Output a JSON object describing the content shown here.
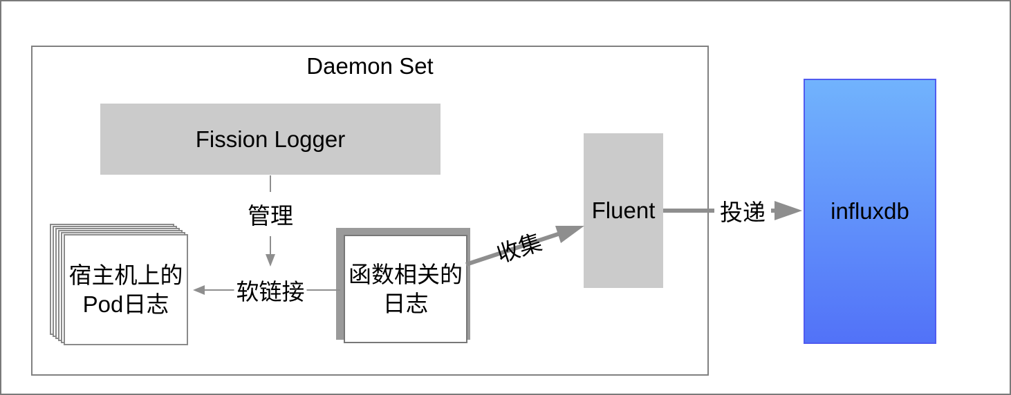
{
  "diagram": {
    "daemon_set": {
      "title": "Daemon Set"
    },
    "nodes": {
      "fission_logger": {
        "label": "Fission Logger"
      },
      "host_pod_logs": {
        "label_line1": "宿主机上的",
        "label_line2": "Pod日志"
      },
      "function_logs": {
        "label_line1": "函数相关的",
        "label_line2": "日志"
      },
      "fluent": {
        "label": "Fluent"
      },
      "influxdb": {
        "label": "influxdb"
      }
    },
    "edges": {
      "manage": {
        "label": "管理",
        "from": "fission_logger",
        "to": "softlink"
      },
      "softlink": {
        "label": "软链接",
        "from": "function_logs",
        "to": "host_pod_logs"
      },
      "collect": {
        "label": "收集",
        "from": "function_logs",
        "to": "fluent"
      },
      "deliver": {
        "label": "投递",
        "from": "fluent",
        "to": "influxdb"
      }
    },
    "colors": {
      "node_gray_fill": "#cbcbcb",
      "shadow_gray": "#9a9a9a",
      "border_gray": "#808080",
      "arrow_gray": "#8e8e8e",
      "influxdb_border": "#4f5bf0",
      "influxdb_gradient_top": "#71b3fd",
      "influxdb_gradient_bottom": "#5272f8"
    }
  }
}
